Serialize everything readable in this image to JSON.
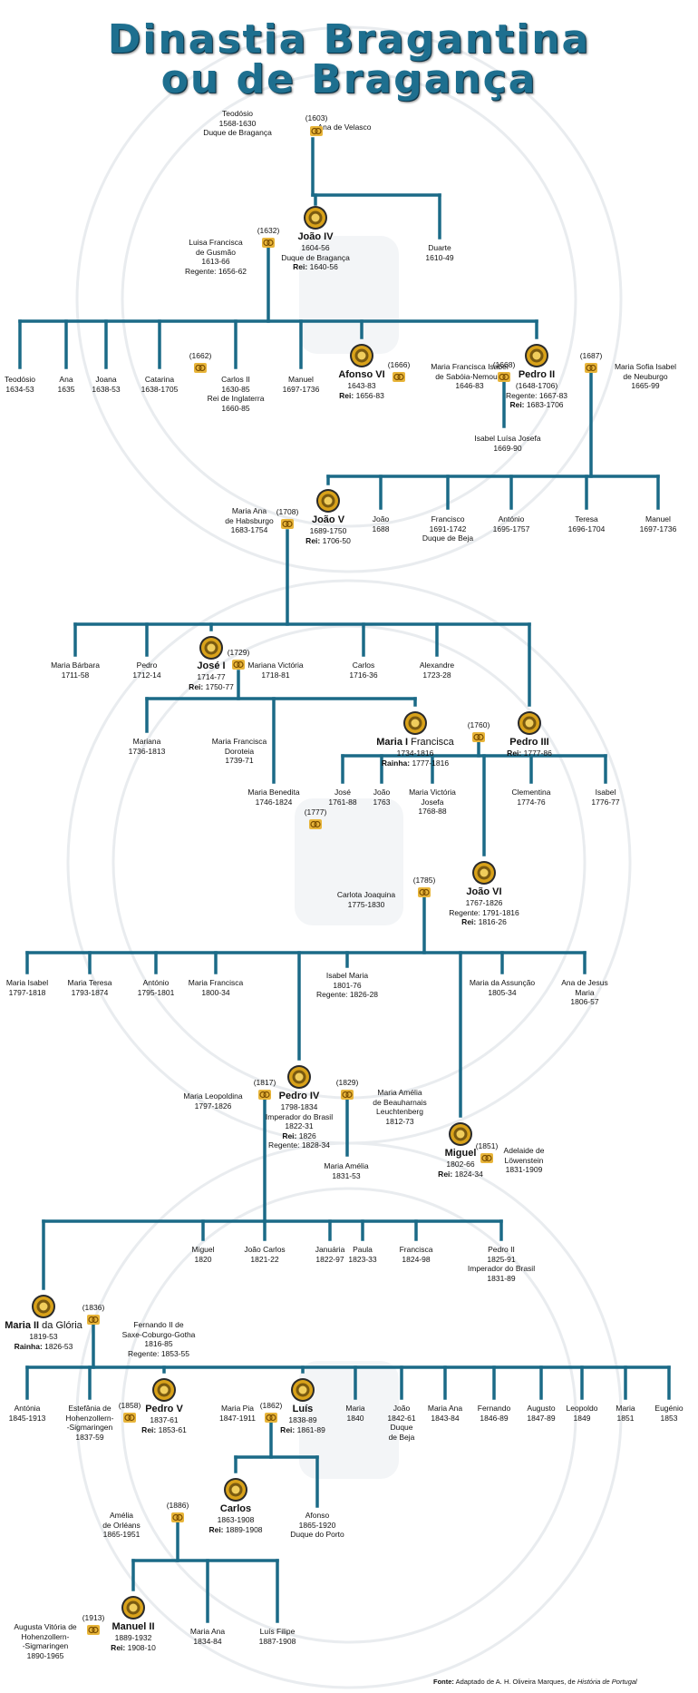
{
  "title": {
    "line1": "Dinastia Bragantina",
    "line2": "ou de Bragança"
  },
  "colors": {
    "line": "#1b6a87",
    "title": "#1e6f8f",
    "medal_gold": "#d9a21a",
    "ring_gold": "#e8b53a"
  },
  "source": {
    "label": "Fonte:",
    "text": "Adaptado de A. H. Oliveira Marques, de",
    "work": "História de Portugal"
  },
  "marriage_years": {
    "m1603": "(1603)",
    "m1632": "(1632)",
    "m1662": "(1662)",
    "m1666": "(1666)",
    "m1668": "(1668)",
    "m1687": "(1687)",
    "m1708": "(1708)",
    "m1729": "(1729)",
    "m1760": "(1760)",
    "m1777": "(1777)",
    "m1785": "(1785)",
    "m1817": "(1817)",
    "m1829": "(1829)",
    "m1851": "(1851)",
    "m1836": "(1836)",
    "m1858": "(1858)",
    "m1862": "(1862)",
    "m1886": "(1886)",
    "m1913": "(1913)"
  },
  "people": {
    "teodosio_ii": {
      "lines": [
        "Teodósio",
        "1568-1630",
        "Duque de Bragança"
      ]
    },
    "ana_velasco": {
      "lines": [
        "Ana de Velasco"
      ]
    },
    "joao_iv": {
      "name": "João IV",
      "lines": [
        "1604-56",
        "Duque de Bragança"
      ],
      "rei_label": "Rei:",
      "rei": "1640-56"
    },
    "luisa_gusmao": {
      "lines": [
        "Luisa Francisca",
        "de Gusmão",
        "1613-66",
        "Regente: 1656-62"
      ]
    },
    "duarte": {
      "lines": [
        "Duarte",
        "1610-49"
      ]
    },
    "teodosio": {
      "lines": [
        "Teodósio",
        "1634-53"
      ]
    },
    "ana": {
      "lines": [
        "Ana",
        "1635"
      ]
    },
    "joana": {
      "lines": [
        "Joana",
        "1638-53"
      ]
    },
    "catarina": {
      "lines": [
        "Catarina",
        "1638-1705"
      ]
    },
    "carlos_ii": {
      "lines": [
        "Carlos II",
        "1630-85",
        "Rei de Inglaterra",
        "1660-85"
      ]
    },
    "manuel_1697": {
      "lines": [
        "Manuel",
        "1697-1736"
      ]
    },
    "afonso_vi": {
      "name": "Afonso VI",
      "lines": [
        "1643-83"
      ],
      "rei_label": "Rei:",
      "rei": "1656-83"
    },
    "maria_francisca_isabel": {
      "lines": [
        "Maria Francisca Isabel",
        "de Sabóia-Nemours",
        "1646-83"
      ]
    },
    "pedro_ii": {
      "name": "Pedro II",
      "lines": [
        "(1648-1706)",
        "Regente: 1667-83"
      ],
      "rei_label": "Rei:",
      "rei": "1683-1706"
    },
    "maria_sofia": {
      "lines": [
        "Maria Sofia Isabel",
        "de Neuburgo",
        "1665-99"
      ]
    },
    "isabel_luisa": {
      "lines": [
        "Isabel Luísa Josefa",
        "1669-90"
      ]
    },
    "maria_ana_habsburgo": {
      "lines": [
        "Maria Ana",
        "de Habsburgo",
        "1683-1754"
      ]
    },
    "joao_v": {
      "name": "João V",
      "lines": [
        "1689-1750"
      ],
      "rei_label": "Rei:",
      "rei": "1706-50"
    },
    "joao_1688": {
      "lines": [
        "João",
        "1688"
      ]
    },
    "francisco_beja": {
      "lines": [
        "Francisco",
        "1691-1742",
        "Duque de Beja"
      ]
    },
    "antonio_1695": {
      "lines": [
        "António",
        "1695-1757"
      ]
    },
    "teresa": {
      "lines": [
        "Teresa",
        "1696-1704"
      ]
    },
    "manuel_1697b": {
      "lines": [
        "Manuel",
        "1697-1736"
      ]
    },
    "maria_barbara": {
      "lines": [
        "Maria Bárbara",
        "1711-58"
      ]
    },
    "pedro_1712": {
      "lines": [
        "Pedro",
        "1712-14"
      ]
    },
    "jose_i": {
      "name": "José I",
      "lines": [
        "1714-77"
      ],
      "rei_label": "Rei:",
      "rei": "1750-77"
    },
    "mariana_victoria": {
      "lines": [
        "Mariana Victória",
        "1718-81"
      ]
    },
    "carlos_1716": {
      "lines": [
        "Carlos",
        "1716-36"
      ]
    },
    "alexandre": {
      "lines": [
        "Alexandre",
        "1723-28"
      ]
    },
    "mariana": {
      "lines": [
        "Mariana",
        "1736-1813"
      ]
    },
    "maria_francisca_doroteia": {
      "lines": [
        "Maria Francisca",
        "Doroteia",
        "1739-71"
      ]
    },
    "maria_i": {
      "name": "Maria I",
      "name_rest": "Francisca",
      "lines": [
        "1734-1816"
      ],
      "rei_label": "Rainha:",
      "rei": "1777-1816"
    },
    "pedro_iii": {
      "name": "Pedro III",
      "lines": [],
      "rei_label": "Rei:",
      "rei": "1777-86"
    },
    "maria_benedita": {
      "lines": [
        "Maria Benedita",
        "1746-1824"
      ]
    },
    "jose_1761": {
      "lines": [
        "José",
        "1761-88"
      ]
    },
    "joao_1763": {
      "lines": [
        "João",
        "1763"
      ]
    },
    "maria_victoria_josefa": {
      "lines": [
        "Maria Victória",
        "Josefa",
        "1768-88"
      ]
    },
    "clementina": {
      "lines": [
        "Clementina",
        "1774-76"
      ]
    },
    "isabel_1776": {
      "lines": [
        "Isabel",
        "1776-77"
      ]
    },
    "carlota_joaquina": {
      "lines": [
        "Carlota Joaquina",
        "1775-1830"
      ]
    },
    "joao_vi": {
      "name": "João VI",
      "lines": [
        "1767-1826",
        "Regente: 1791-1816"
      ],
      "rei_label": "Rei:",
      "rei": "1816-26"
    },
    "maria_isabel": {
      "lines": [
        "Maria Isabel",
        "1797-1818"
      ]
    },
    "maria_teresa": {
      "lines": [
        "Maria Teresa",
        "1793-1874"
      ]
    },
    "antonio_1795": {
      "lines": [
        "António",
        "1795-1801"
      ]
    },
    "maria_francisca_1800": {
      "lines": [
        "Maria Francisca",
        "1800-34"
      ]
    },
    "isabel_maria": {
      "lines": [
        "Isabel Maria",
        "1801-76",
        "Regente: 1826-28"
      ]
    },
    "maria_assuncao": {
      "lines": [
        "Maria da Assunção",
        "1805-34"
      ]
    },
    "ana_jesus": {
      "lines": [
        "Ana de Jesus",
        "Maria",
        "1806-57"
      ]
    },
    "maria_leopoldina": {
      "lines": [
        "Maria Leopoldina",
        "1797-1826"
      ]
    },
    "pedro_iv": {
      "name": "Pedro IV",
      "lines": [
        "1798-1834",
        "Imperador do Brasil",
        "1822-31"
      ],
      "rei_label": "Rei:",
      "rei": "1826",
      "extra": "Regente: 1828-34"
    },
    "maria_amelia_beauharnais": {
      "lines": [
        "Maria Amélia",
        "de Beauharnais",
        "Leuchtenberg",
        "1812-73"
      ]
    },
    "maria_amelia": {
      "lines": [
        "Maria Amélia",
        "1831-53"
      ]
    },
    "miguel_i": {
      "name": "Miguel",
      "lines": [
        "1802-66"
      ],
      "rei_label": "Rei:",
      "rei": "1824-34"
    },
    "adelaide": {
      "lines": [
        "Adelaide de",
        "Löwenstein",
        "1831-1909"
      ]
    },
    "miguel_1820": {
      "lines": [
        "Miguel",
        "1820"
      ]
    },
    "joao_carlos": {
      "lines": [
        "João Carlos",
        "1821-22"
      ]
    },
    "januaria": {
      "lines": [
        "Januária",
        "1822-97"
      ]
    },
    "paula": {
      "lines": [
        "Paula",
        "1823-33"
      ]
    },
    "francisca": {
      "lines": [
        "Francisca",
        "1824-98"
      ]
    },
    "pedro_ii_brasil": {
      "lines": [
        "Pedro II",
        "1825-91",
        "Imperador do Brasil",
        "1831-89"
      ]
    },
    "maria_ii": {
      "name": "Maria II",
      "name_rest": "da Glória",
      "lines": [
        "1819-53"
      ],
      "rei_label": "Rainha:",
      "rei": "1826-53"
    },
    "fernando_ii": {
      "lines": [
        "Fernando II de",
        "Saxe-Coburgo-Gotha",
        "1816-85",
        "Regente: 1853-55"
      ]
    },
    "antonia": {
      "lines": [
        "Antónia",
        "1845-1913"
      ]
    },
    "estefania": {
      "lines": [
        "Estefânia de",
        "Hohenzollern-",
        "-Sigmaringen",
        "1837-59"
      ]
    },
    "pedro_v": {
      "name": "Pedro V",
      "lines": [
        "1837-61"
      ],
      "rei_label": "Rei:",
      "rei": "1853-61"
    },
    "maria_pia": {
      "lines": [
        "Maria Pia",
        "1847-1911"
      ]
    },
    "luis": {
      "name": "Luís",
      "lines": [
        "1838-89"
      ],
      "rei_label": "Rei:",
      "rei": "1861-89"
    },
    "maria_1840": {
      "lines": [
        "Maria",
        "1840"
      ]
    },
    "joao_1842": {
      "lines": [
        "João",
        "1842-61",
        "Duque",
        "de Beja"
      ]
    },
    "maria_ana_1843": {
      "lines": [
        "Maria Ana",
        "1843-84"
      ]
    },
    "fernando": {
      "lines": [
        "Fernando",
        "1846-89"
      ]
    },
    "augusto": {
      "lines": [
        "Augusto",
        "1847-89"
      ]
    },
    "leopoldo": {
      "lines": [
        "Leopoldo",
        "1849"
      ]
    },
    "maria_1851": {
      "lines": [
        "Maria",
        "1851"
      ]
    },
    "eugenio": {
      "lines": [
        "Eugénio",
        "1853"
      ]
    },
    "amelia_orleans": {
      "lines": [
        "Amélia",
        "de Orléans",
        "1865-1951"
      ]
    },
    "carlos_i": {
      "name": "Carlos",
      "lines": [
        "1863-1908"
      ],
      "rei_label": "Rei:",
      "rei": "1889-1908"
    },
    "afonso_porto": {
      "lines": [
        "Afonso",
        "1865-1920",
        "Duque do Porto"
      ]
    },
    "augusta_vitoria": {
      "lines": [
        "Augusta Vitória de",
        "Hohenzollern-",
        "-Sigmaringen",
        "1890-1965"
      ]
    },
    "manuel_ii": {
      "name": "Manuel II",
      "lines": [
        "1889-1932"
      ],
      "rei_label": "Rei:",
      "rei": "1908-10"
    },
    "maria_ana_1834": {
      "lines": [
        "Maria Ana",
        "1834-84"
      ]
    },
    "luis_filipe": {
      "lines": [
        "Luís Filipe",
        "1887-1908"
      ]
    }
  }
}
